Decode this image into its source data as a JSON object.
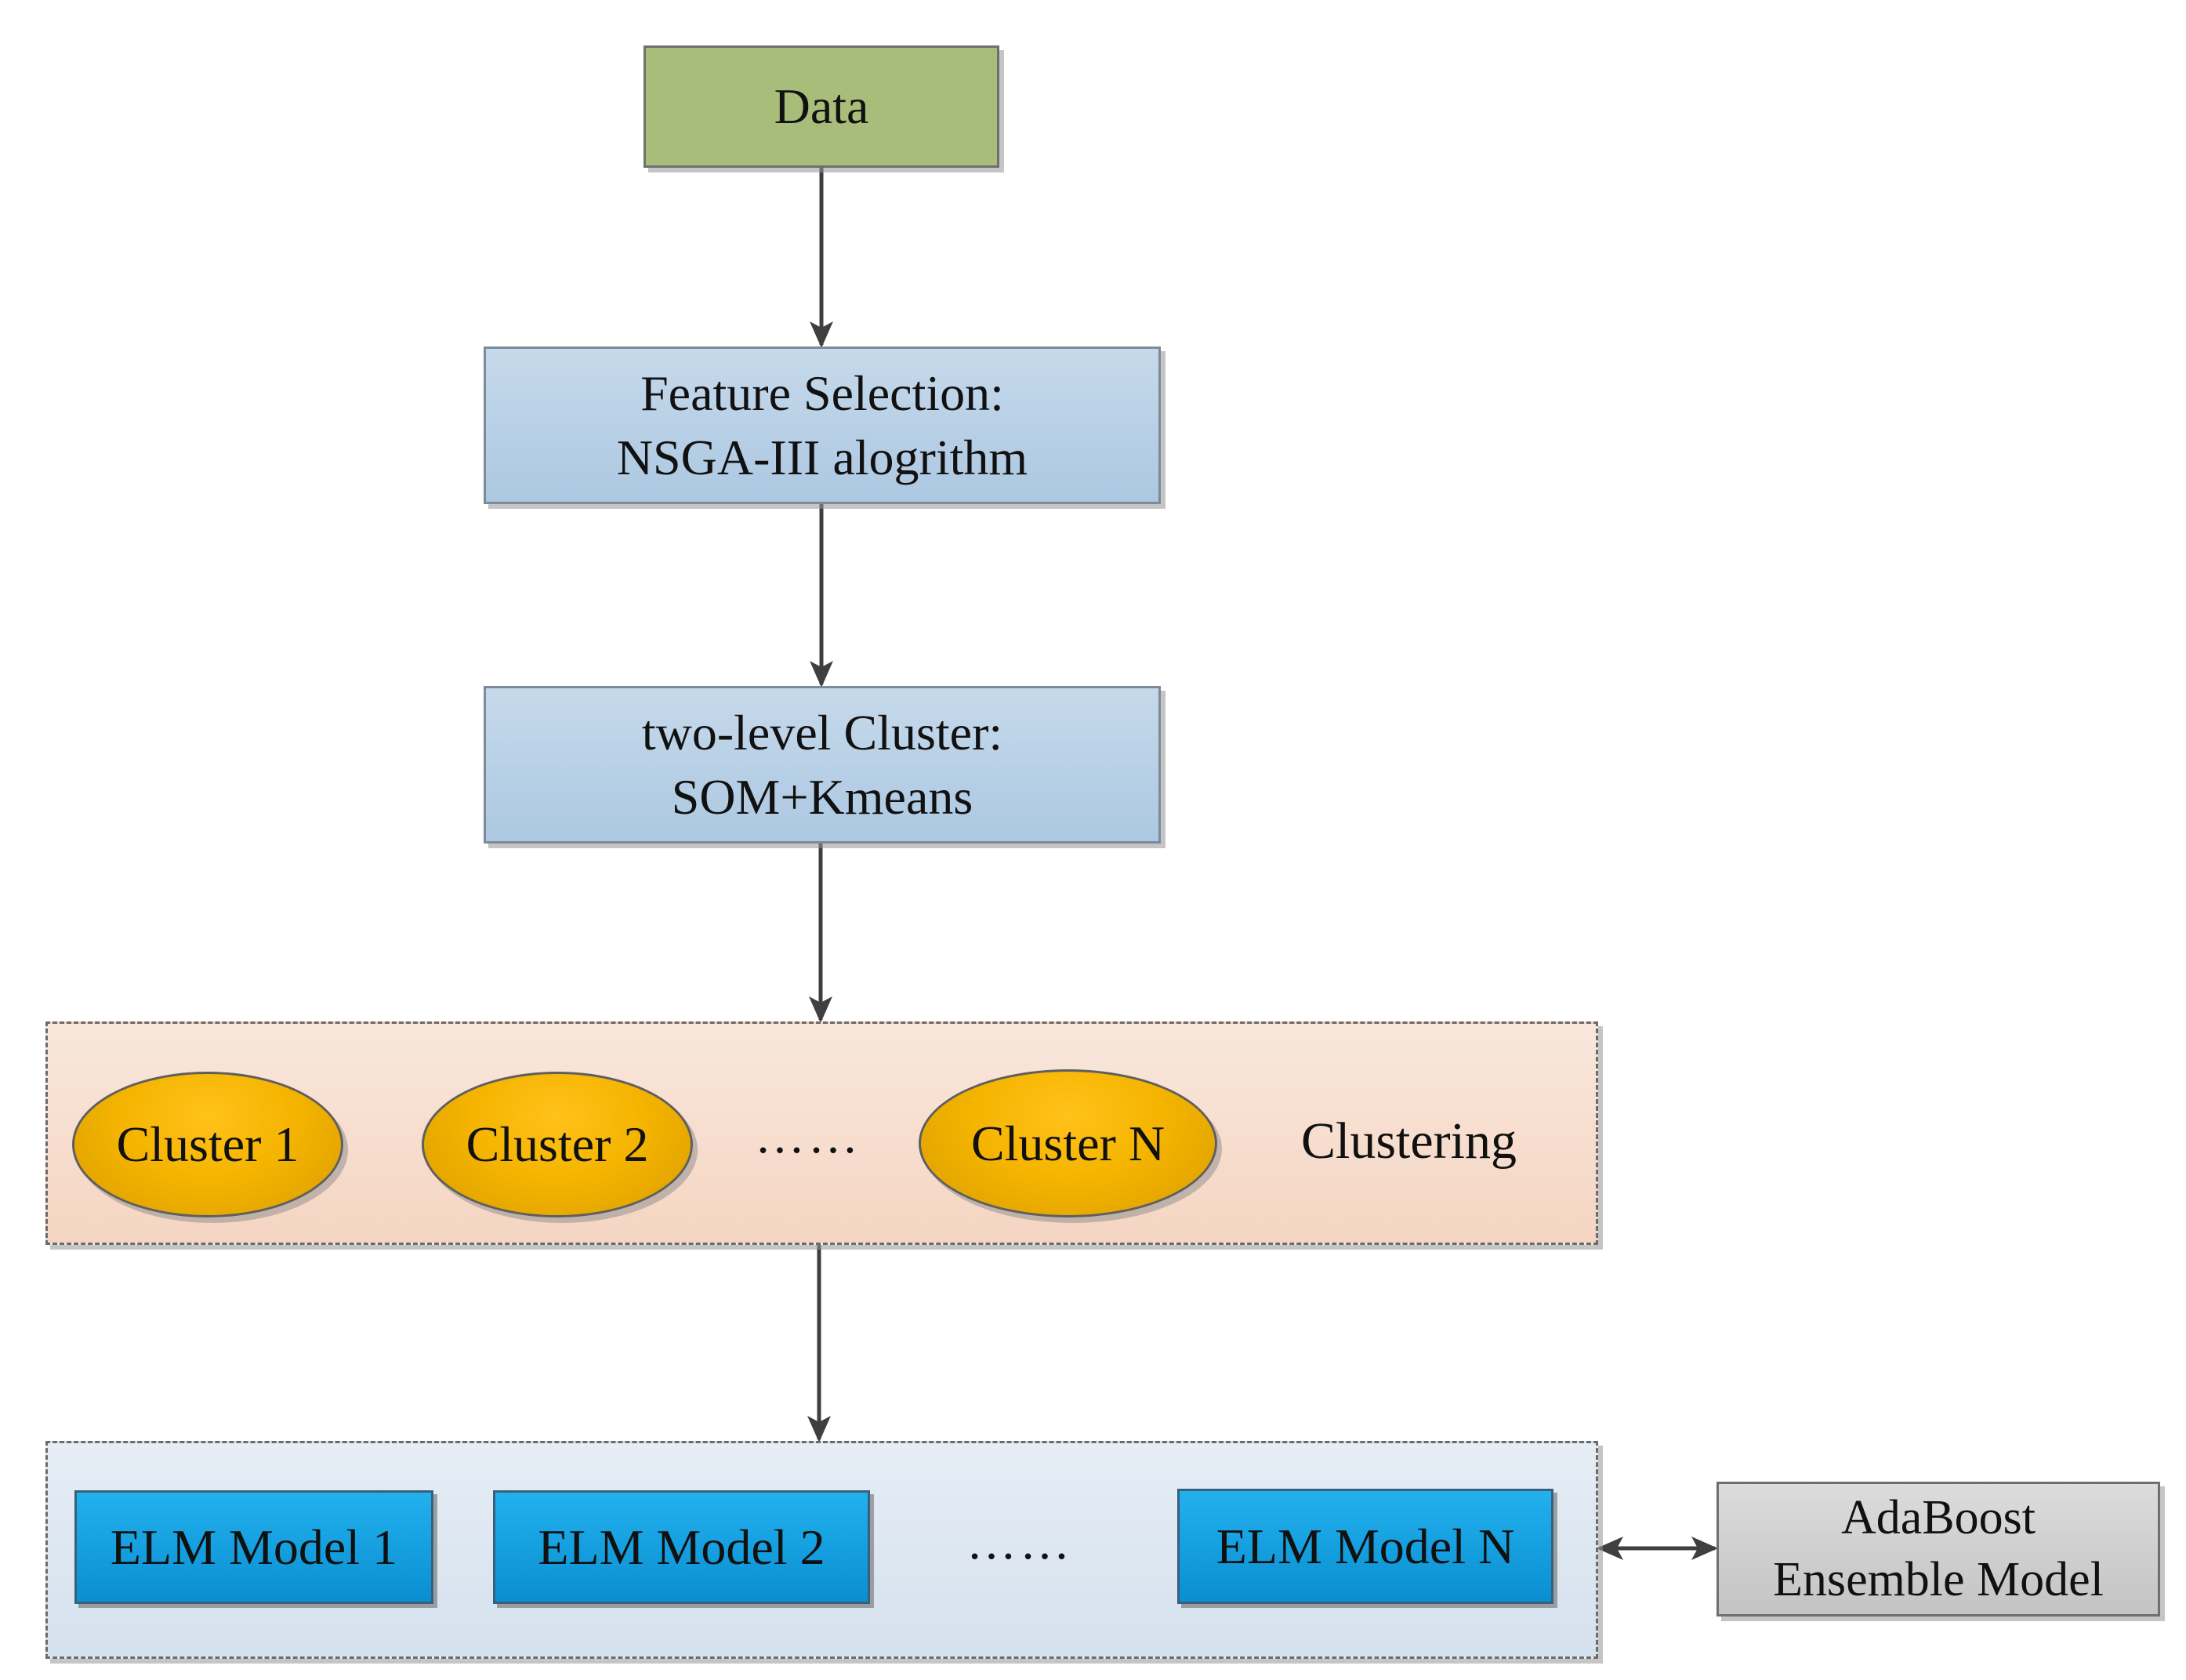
{
  "diagram": {
    "nodes": {
      "data": {
        "label": "Data"
      },
      "feature_selection": {
        "line1": "Feature Selection:",
        "line2": "NSGA-III alogrithm"
      },
      "two_level_cluster": {
        "line1": "two-level Cluster:",
        "line2": "SOM+Kmeans"
      },
      "clustering_group": {
        "label": "Clustering",
        "clusters": [
          "Cluster 1",
          "Cluster 2",
          "Cluster N"
        ],
        "ellipsis": "……"
      },
      "elm_group": {
        "models": [
          "ELM Model 1",
          "ELM Model 2",
          "ELM Model N"
        ],
        "ellipsis": "……"
      },
      "adaboost": {
        "line1": "AdaBoost",
        "line2": "Ensemble Model"
      }
    },
    "edges": [
      {
        "from": "data",
        "to": "feature_selection",
        "type": "arrow"
      },
      {
        "from": "feature_selection",
        "to": "two_level_cluster",
        "type": "arrow"
      },
      {
        "from": "two_level_cluster",
        "to": "clustering_group",
        "type": "arrow"
      },
      {
        "from": "clustering_group",
        "to": "elm_group",
        "type": "arrow"
      },
      {
        "from": "elm_group",
        "to": "adaboost",
        "type": "bidirectional"
      }
    ],
    "colors": {
      "data_fill": "#a9bd7a",
      "process_fill": "#b8d0e7",
      "clustering_fill": "#f7dccb",
      "cluster_ellipse_fill": "#f5b400",
      "elm_group_fill": "#dce6f1",
      "elm_model_fill": "#1aa3e2",
      "adaboost_fill": "#d0d0d0",
      "arrow": "#3f3f3f"
    }
  }
}
